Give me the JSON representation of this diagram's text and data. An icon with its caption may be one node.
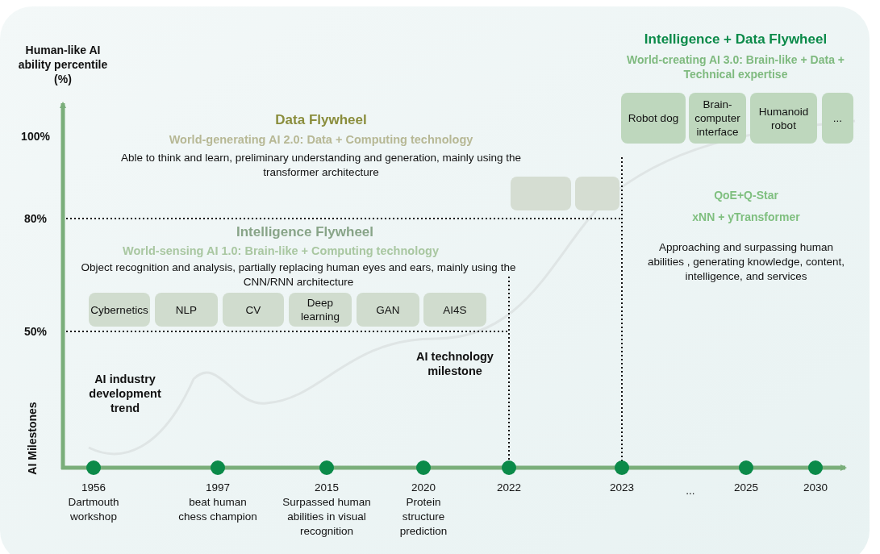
{
  "diagram": {
    "nodes": [
      {
        "text": [
          "Cybernetics"
        ]
      },
      {
        "text": [
          "NLP"
        ]
      },
      {
        "text": [
          "CV"
        ]
      },
      {
        "text": [
          "Deep learning"
        ]
      },
      {
        "text": [
          "GAN"
        ]
      },
      {
        "text": [
          "AI4S"
        ]
      },
      {
        "text": [],
        "shape": "box"
      },
      {
        "text": [],
        "shape": "box"
      },
      {
        "text": [
          "Robot dog"
        ]
      },
      {
        "text": [
          "Brain-computer interface"
        ]
      },
      {
        "text": [
          "Humanoid robot"
        ]
      },
      {
        "text": [
          "..."
        ]
      }
    ],
    "edges": [],
    "labels": [
      "Intelligence + Data Flywheel",
      "World-creating AI 3.0: Brain-like + Data + Technical expertise",
      "Human-like AI ability percentile (%)",
      "Data Flywheel",
      "World-generating AI 2.0: Data + Computing technology",
      "100%",
      "Able to think and learn, preliminary understanding and generation, mainly using the transformer architecture",
      "QoE+Q-Star",
      "xNN + yTransformer",
      "80%",
      "Intelligence Flywheel",
      "World-sensing AI 1.0: Brain-like + Computing technology",
      "Object recognition and analysis, partially replacing human eyes and ears, mainly using the CNN/RNN architecture",
      "Approaching and surpassing human abilities , generating knowledge, content, intelligence, and services",
      "50%",
      "AI technology milestone",
      "AI industry development trend",
      "AI Milestones",
      "1956",
      "Dartmouth workshop",
      "1997",
      "beat human chess champion",
      "2015",
      "Surpassed human abilities in visual recognition",
      "2020",
      "Protein structure prediction",
      "2022",
      "2023",
      "...",
      "2025",
      "2030"
    ]
  }
}
